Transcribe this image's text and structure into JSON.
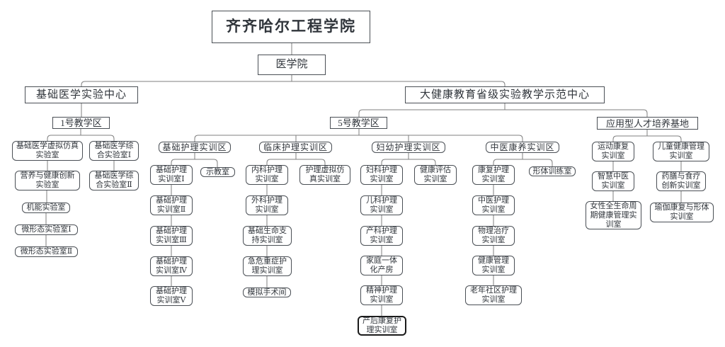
{
  "colors": {
    "background": "#ffffff",
    "line": "#7f7f7f",
    "box_border": "#4a4f55",
    "text": "#30353b",
    "emphasis_border": "#1a1a1a"
  },
  "org_chart": {
    "nodes": {
      "root": "齐齐哈尔工程学院",
      "yxy": "医学院",
      "jcyxsyzx": "基础医学实验中心",
      "djkzx": "大健康教育省级实验教学示范中心",
      "q1": "1号教学区",
      "q5": "5号教学区",
      "yyrcjd": "应用型人才培养基地",
      "jchlq": "基础护理实训区",
      "lchlq": "临床护理实训区",
      "fyhlq": "妇幼护理实训区",
      "zykyq": "中医康养实训区",
      "xnfz": "基础医学虚拟仿真\n实验室",
      "zhsy1": "基础医学综\n合实验室Ⅰ",
      "yyjk": "营养与健康创新\n实验室",
      "zhsy2": "基础医学综\n合实验室Ⅱ",
      "jnsys": "机能实验室",
      "wxt1": "微形态实验室Ⅰ",
      "wxt2": "微形态实验室Ⅱ",
      "jchl1": "基础护理\n实训室Ⅰ",
      "sjs": "示教室",
      "jchl2": "基础护理\n实训室Ⅱ",
      "jchl3": "基础护理\n实训室Ⅲ",
      "jchl4": "基础护理\n实训室Ⅳ",
      "jchl5": "基础护理\n实训室Ⅴ",
      "nkhl": "内科护理\n实训室",
      "hlxnfz": "护理虚拟仿\n真实训室",
      "wkhl": "外科护理\n实训室",
      "jcsmzc": "基础生命支\n持实训室",
      "jwzzhl": "急危重症护\n理实训室",
      "mnssj": "模拟手术间",
      "fkhl": "妇科护理\n实训室",
      "jkpg": "健康评估\n实训室",
      "ekhl": "儿科护理\n实训室",
      "ckhl": "产科护理\n实训室",
      "jtytcf": "家庭一体\n化产房",
      "jshl": "精神护理\n实训室",
      "chkfhl": "产后康复护\n理实训室",
      "kfhl": "康复护理\n实训室",
      "xtxls": "形体训练室",
      "zyhl": "中医护理\n实训室",
      "wlzl": "物理治疗\n实训室",
      "jkgl": "健康管理\n实训室",
      "lnsqhl": "老年社区护理\n实训室",
      "ydkf": "运动康复\n实训室",
      "etjkgl": "儿童健康管理\n实训室",
      "zhzy": "智慧中医\n实训室",
      "ysyl": "药膳与食疗\n创新实训室",
      "nxqsm": "女性全生命周\n期健康管理实\n训室",
      "yjkf": "瑜伽康复与形体\n实训室"
    },
    "edges": [
      [
        "root",
        "yxy"
      ],
      [
        "yxy",
        "jcyxsyzx"
      ],
      [
        "yxy",
        "djkzx"
      ],
      [
        "jcyxsyzx",
        "q1"
      ],
      [
        "q1",
        "xnfz"
      ],
      [
        "q1",
        "zhsy1"
      ],
      [
        "xnfz",
        "yyjk"
      ],
      [
        "yyjk",
        "jnsys"
      ],
      [
        "jnsys",
        "wxt1"
      ],
      [
        "wxt1",
        "wxt2"
      ],
      [
        "zhsy1",
        "zhsy2"
      ],
      [
        "djkzx",
        "q5"
      ],
      [
        "djkzx",
        "yyrcjd"
      ],
      [
        "q5",
        "jchlq"
      ],
      [
        "q5",
        "lchlq"
      ],
      [
        "q5",
        "fyhlq"
      ],
      [
        "q5",
        "zykyq"
      ],
      [
        "jchlq",
        "jchl1"
      ],
      [
        "jchlq",
        "sjs"
      ],
      [
        "jchl1",
        "jchl2"
      ],
      [
        "jchl2",
        "jchl3"
      ],
      [
        "jchl3",
        "jchl4"
      ],
      [
        "jchl4",
        "jchl5"
      ],
      [
        "lchlq",
        "nkhl"
      ],
      [
        "lchlq",
        "hlxnfz"
      ],
      [
        "nkhl",
        "wkhl"
      ],
      [
        "wkhl",
        "jcsmzc"
      ],
      [
        "jcsmzc",
        "jwzzhl"
      ],
      [
        "jwzzhl",
        "mnssj"
      ],
      [
        "fyhlq",
        "fkhl"
      ],
      [
        "fyhlq",
        "jkpg"
      ],
      [
        "fkhl",
        "ekhl"
      ],
      [
        "ekhl",
        "ckhl"
      ],
      [
        "ckhl",
        "jtytcf"
      ],
      [
        "jtytcf",
        "jshl"
      ],
      [
        "jshl",
        "chkfhl"
      ],
      [
        "zykyq",
        "kfhl"
      ],
      [
        "zykyq",
        "xtxls"
      ],
      [
        "kfhl",
        "zyhl"
      ],
      [
        "zyhl",
        "wlzl"
      ],
      [
        "wlzl",
        "jkgl"
      ],
      [
        "jkgl",
        "lnsqhl"
      ],
      [
        "yyrcjd",
        "ydkf"
      ],
      [
        "yyrcjd",
        "etjkgl"
      ],
      [
        "ydkf",
        "zhzy"
      ],
      [
        "zhzy",
        "nxqsm"
      ],
      [
        "etjkgl",
        "ysyl"
      ],
      [
        "ysyl",
        "yjkf"
      ]
    ]
  }
}
